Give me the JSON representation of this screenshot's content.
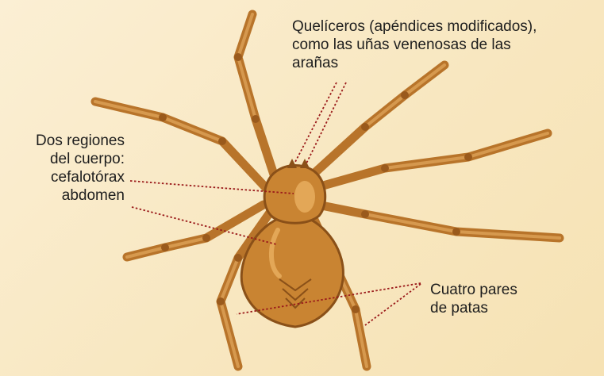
{
  "colors": {
    "background": "#f8e7c0",
    "body_fill": "#c98432",
    "body_highlight": "#e3a757",
    "outline": "#8a5018",
    "leader_line": "#9b1b1b"
  },
  "labels": {
    "chelicerae": {
      "line1": "Quelíceros (apéndices modificados),",
      "line2": "como las uñas venenosas de las",
      "line3": "arañas"
    },
    "body_regions": {
      "line1": "Dos regiones",
      "line2": "del cuerpo:",
      "line3": "cefalotórax",
      "line4": "abdomen"
    },
    "legs": {
      "line1": "Cuatro pares",
      "line2": "de patas"
    }
  }
}
